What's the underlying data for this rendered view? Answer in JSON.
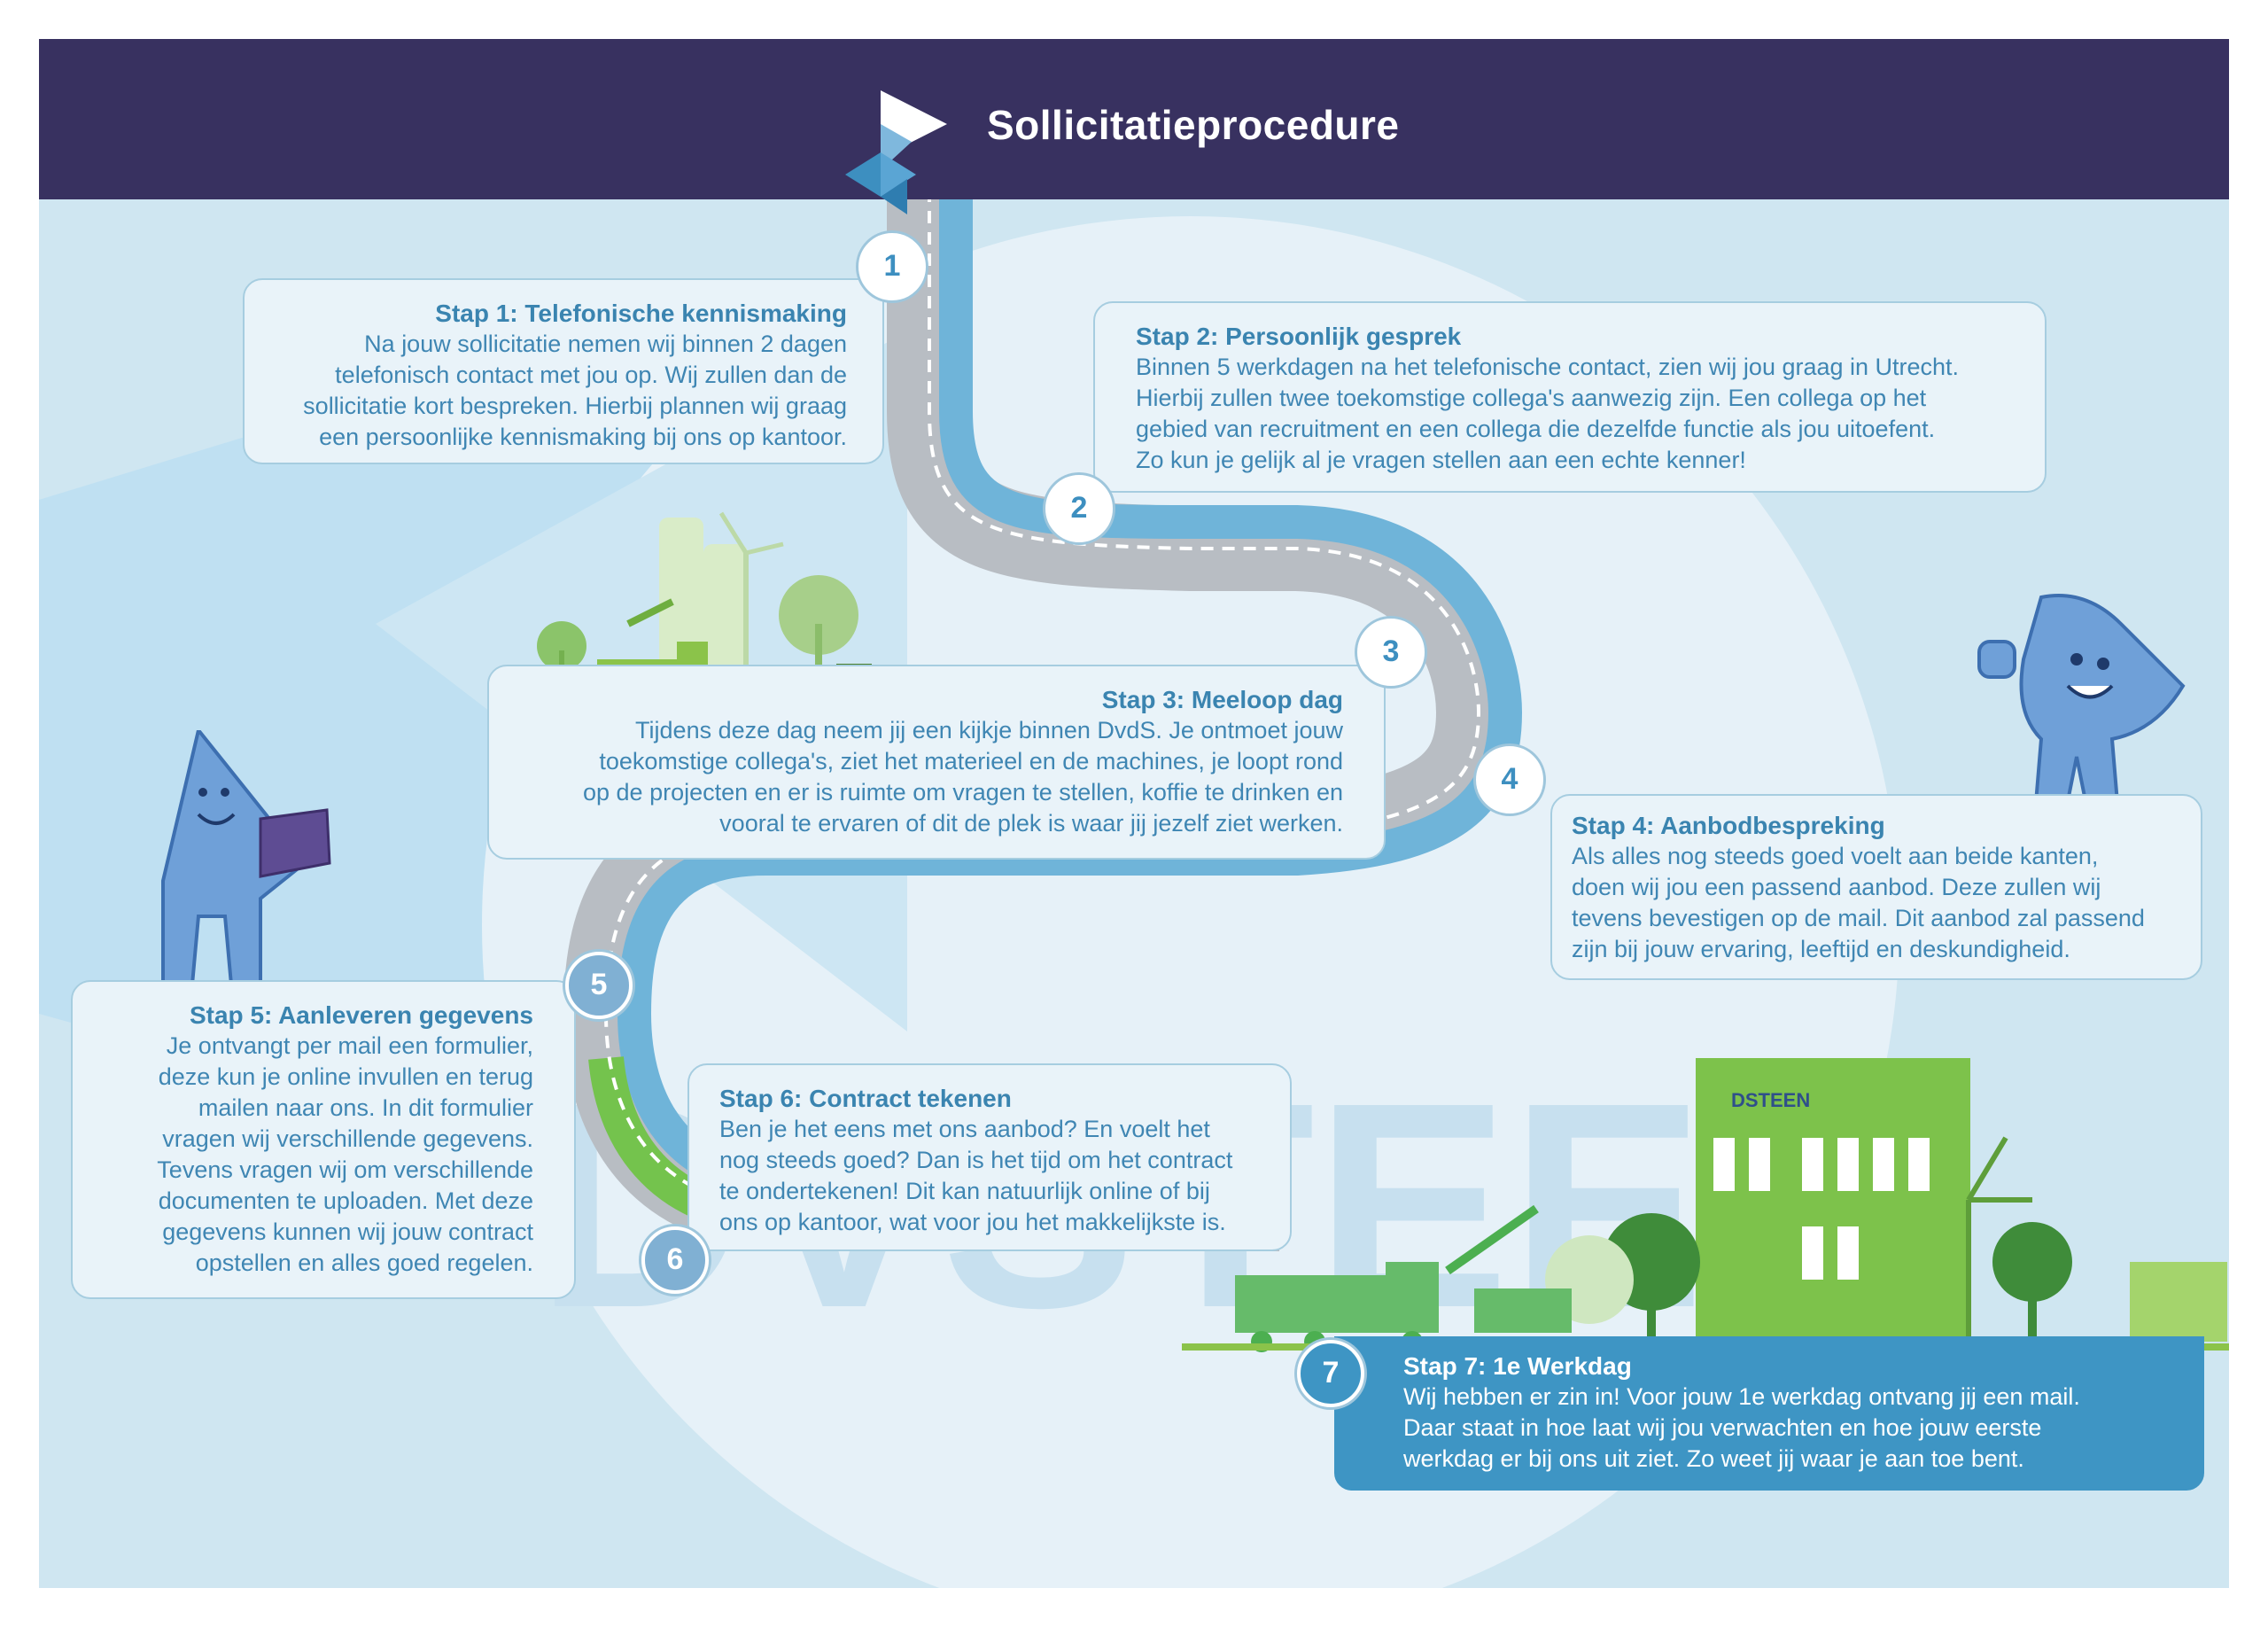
{
  "header": {
    "title": "Sollicitatieprocedure"
  },
  "watermark": {
    "text": "DVSTEEN"
  },
  "brand_label": "DSTEEN",
  "colors": {
    "header_bg": "#383160",
    "text_blue": "#3a84b0",
    "road_gray": "#b9bec4",
    "road_blue": "#6fb4d9",
    "road_green": "#74c34d",
    "step7_bg": "#3e95c4"
  },
  "steps": [
    {
      "number": "1",
      "title": "Stap 1: Telefonische kennismaking",
      "lines": [
        "Na jouw sollicitatie nemen wij binnen 2 dagen",
        "telefonisch contact met jou op. Wij zullen dan de",
        "sollicitatie kort bespreken. Hierbij plannen wij graag",
        "een persoonlijke kennismaking bij ons op kantoor."
      ]
    },
    {
      "number": "2",
      "title": "Stap 2: Persoonlijk gesprek",
      "lines": [
        "Binnen 5 werkdagen na het telefonische contact, zien wij jou graag in Utrecht.",
        "Hierbij zullen twee toekomstige collega's aanwezig zijn. Een collega op het",
        "gebied van recruitment en een collega die dezelfde functie als jou uitoefent.",
        "Zo kun je gelijk al je vragen stellen aan een echte kenner!"
      ]
    },
    {
      "number": "3",
      "title": "Stap 3: Meeloop dag",
      "lines": [
        "Tijdens deze dag neem jij een kijkje binnen DvdS. Je ontmoet jouw",
        "toekomstige collega's, ziet het materieel en de machines, je loopt rond",
        "op de projecten en er is ruimte om vragen te stellen, koffie te drinken en",
        "vooral te ervaren of dit de plek is waar jij jezelf ziet werken."
      ]
    },
    {
      "number": "4",
      "title": "Stap 4: Aanbodbespreking",
      "lines": [
        "Als alles nog steeds goed voelt aan beide kanten,",
        "doen wij jou een passend aanbod. Deze zullen wij",
        "tevens bevestigen op de mail. Dit aanbod zal passend",
        "zijn bij jouw ervaring, leeftijd en deskundigheid."
      ]
    },
    {
      "number": "5",
      "title": "Stap 5: Aanleveren gegevens",
      "lines": [
        "Je ontvangt per mail een formulier,",
        "deze kun je online invullen en terug",
        "mailen naar ons. In dit formulier",
        "vragen wij verschillende gegevens.",
        "Tevens vragen wij om verschillende",
        "documenten te uploaden. Met deze",
        "gegevens kunnen wij jouw contract",
        "opstellen en alles goed regelen."
      ]
    },
    {
      "number": "6",
      "title": "Stap 6: Contract tekenen",
      "lines": [
        "Ben je het eens met ons aanbod? En voelt het",
        "nog steeds goed? Dan is het tijd om het contract",
        "te ondertekenen! Dit kan natuurlijk online of bij",
        "ons op kantoor, wat voor jou het makkelijkste is."
      ]
    },
    {
      "number": "7",
      "title": "Stap 7: 1e Werkdag",
      "lines": [
        "Wij hebben er zin in! Voor jouw 1e werkdag ontvang jij een mail.",
        "Daar staat in hoe laat wij jou verwachten en hoe jouw eerste",
        "werkdag er bij ons uit ziet. Zo weet jij waar je aan toe bent."
      ]
    }
  ]
}
